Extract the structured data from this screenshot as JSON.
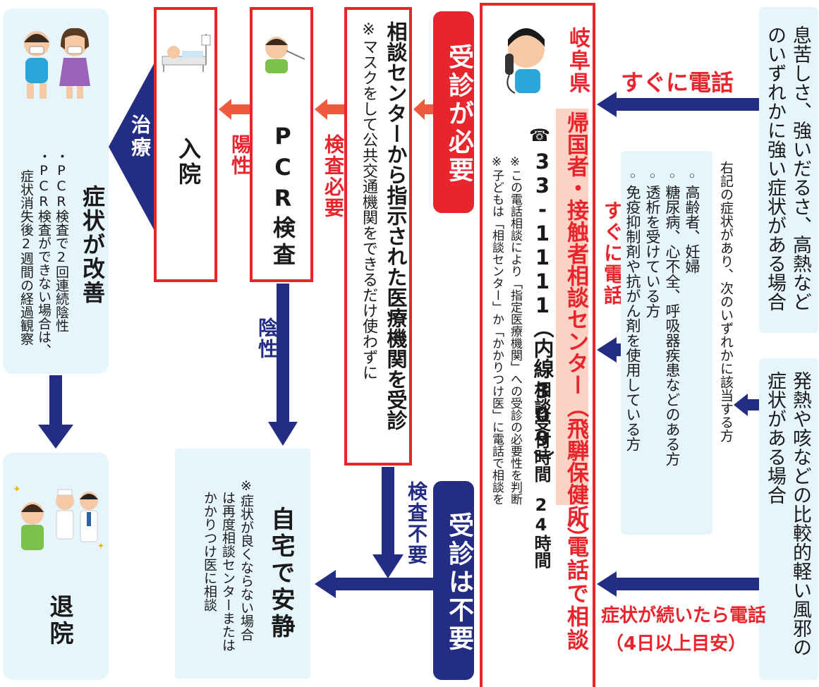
{
  "colors": {
    "red": "#e8242c",
    "navy": "#232d84",
    "light_blue": "#e6f4fb",
    "salmon": "#ef5a3c",
    "peach": "#fbd2c3"
  },
  "left": {
    "improve": {
      "title": "症状が改善",
      "note1": "・PCR検査で2回連続陰性",
      "note2": "・PCR検査ができない場合は、",
      "note3": "症状消失後2週間の経過観察"
    },
    "discharge": {
      "label": "退院"
    },
    "treatment": "治療"
  },
  "flow": {
    "hospital": "入院",
    "pcr": "PCR検査",
    "positive": "陽性",
    "negative": "陰性",
    "test_needed": "検査必要",
    "test_not_needed": "検査不要",
    "consult_main": "相談センターから指示された医療機関を受診",
    "consult_note": "※マスクをして公共交通機関をできるだけ使わずに",
    "visit_needed": "受診が必要",
    "visit_not_needed": "受診は不要"
  },
  "home": {
    "title": "自宅で安静",
    "note1": "※症状が良くならない場合",
    "note2": "は再度相談センターまたは",
    "note3": "かかりつけ医に相談"
  },
  "center": {
    "pref": "岐阜県",
    "name": "帰国者・接触者相談センター（飛騨保健所）",
    "call": "へ電話で相談",
    "phone_icon": "☎",
    "phone": "33-1111（内線309）",
    "hours_label": "相談受付時間",
    "hours_value": "24時間",
    "note1": "※この電話相談により「指定医療機関」への受診の必要性を判断",
    "note2": "※子どもは「相談センター」か「かかりつけ医」に電話で相談を"
  },
  "right": {
    "severe": "息苦しさ、強いだるさ、高熱などのいずれかに強い症状がある場合",
    "mild": "発熱や咳などの比較的軽い風邪の症状がある場合",
    "risk_title": "右記の症状があり、次のいずれかに該当する方",
    "risk_items": [
      "高齢者、妊婦",
      "糖尿病、心不全、呼吸器疾患などのある方",
      "透析を受けている方",
      "免疫抑制剤や抗がん剤を使用している方"
    ],
    "call_now_1": "すぐに電話",
    "call_now_2": "すぐに電話",
    "call_if_continue": "症状が続いたら電話",
    "days_hint": "（4日以上目安）"
  }
}
